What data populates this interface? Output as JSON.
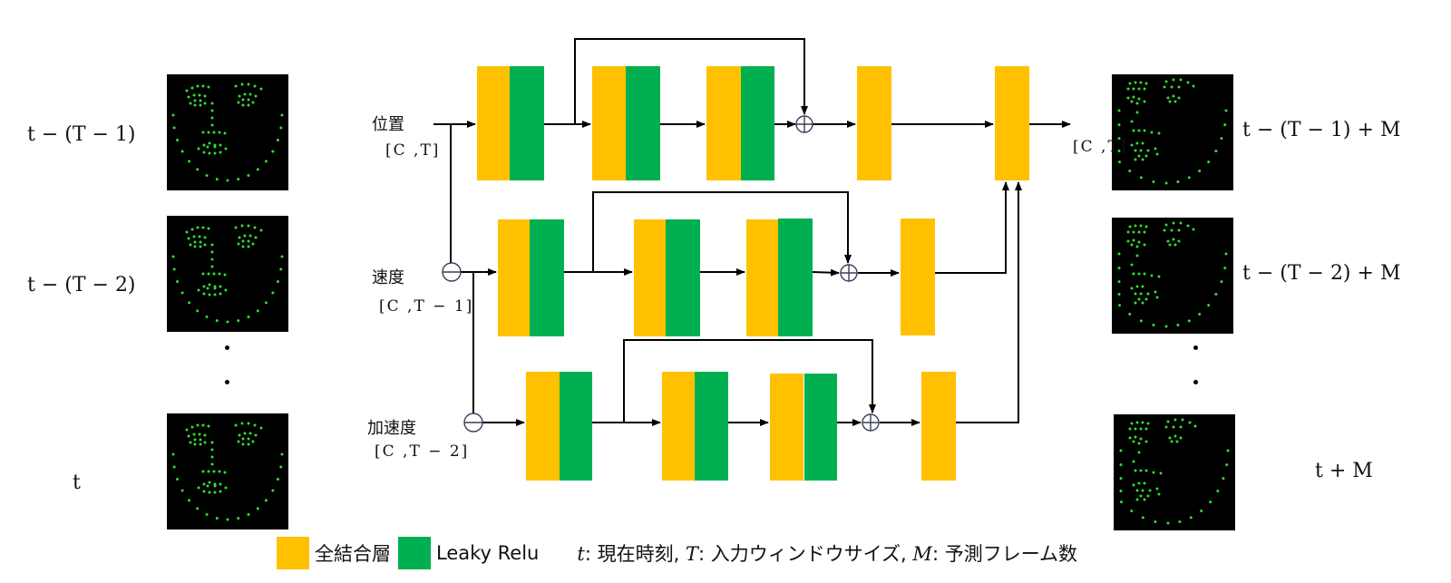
{
  "colors": {
    "fully_connected": "#FFC000",
    "leaky_relu": "#00B050",
    "landmark": "#33DD33",
    "face_background": "#000000"
  },
  "input_frames": [
    {
      "label_parts": [
        "t",
        " − (",
        "T",
        " − 1)"
      ],
      "label": "t − (T − 1)"
    },
    {
      "label_parts": [
        "t",
        " − (",
        "T",
        " − 2)"
      ],
      "label": "t − (T − 2)"
    },
    {
      "label_parts": [
        "t",
        "",
        "",
        ""
      ],
      "label": "t"
    }
  ],
  "output_frames": [
    {
      "label": "t − (T − 1) + M"
    },
    {
      "label": "t − (T − 2) + M"
    },
    {
      "label": "t + M"
    }
  ],
  "streams": [
    {
      "name": "位置",
      "dims": "[C ,T]"
    },
    {
      "name": "速度",
      "dims": "[C ,T − 1]"
    },
    {
      "name": "加速度",
      "dims": "[C ,T − 2]"
    }
  ],
  "output_dims": "[C ,T]",
  "legend": {
    "fc_label": "全結合層",
    "lrelu_label": "Leaky Relu",
    "note": [
      {
        "sym": "t",
        "text": ": 現在時刻, "
      },
      {
        "sym": "T",
        "text": ": 入力ウィンドウサイズ, "
      },
      {
        "sym": "M",
        "text": ": 予測フレーム数"
      }
    ]
  },
  "operators": {
    "add": "⊕",
    "subtract": "⊖"
  }
}
